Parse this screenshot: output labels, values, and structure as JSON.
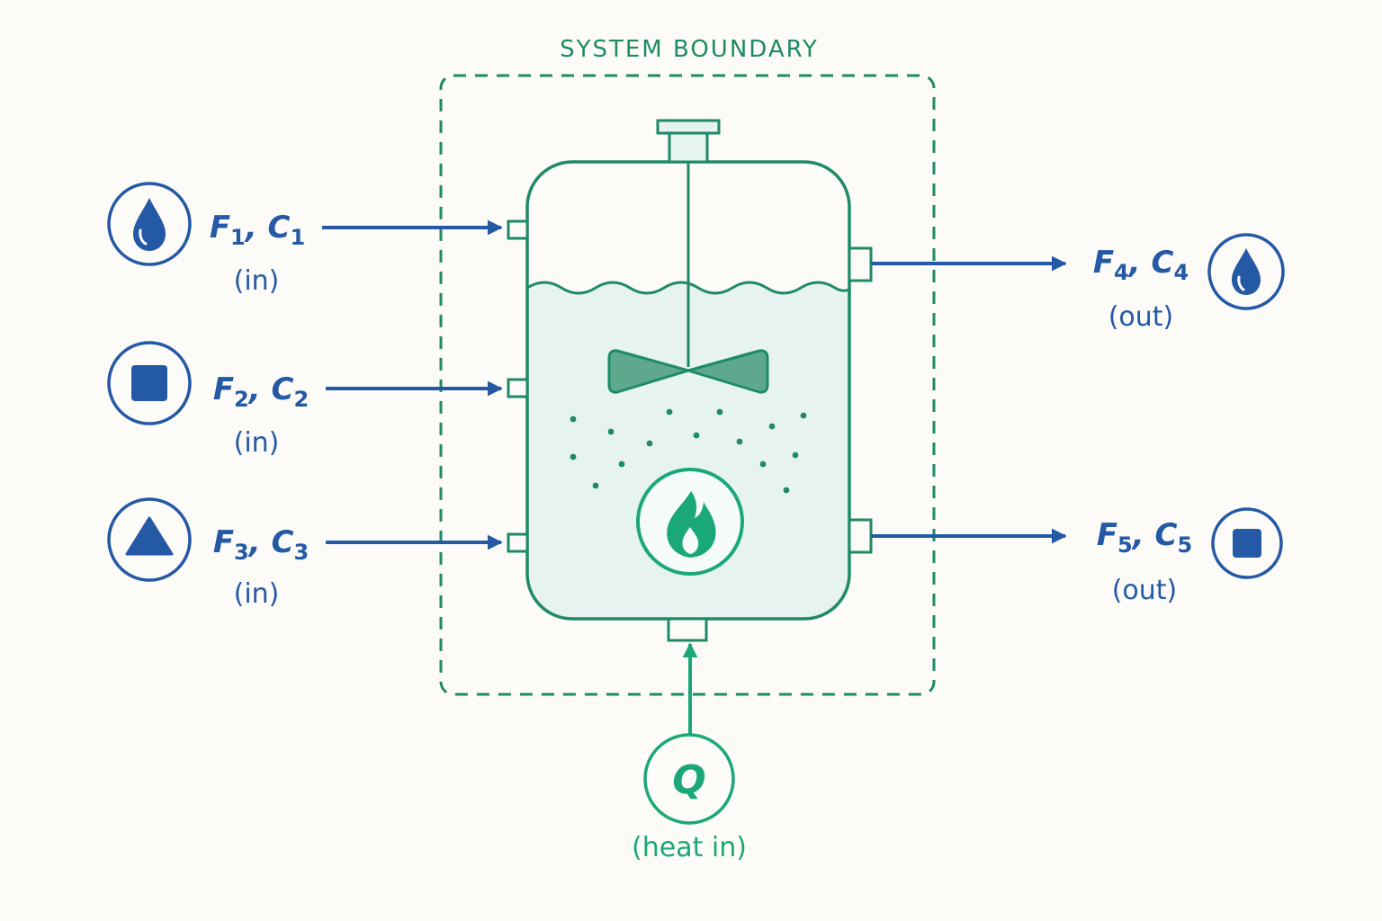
{
  "boundary": {
    "title": "SYSTEM BOUNDARY"
  },
  "inlets": [
    {
      "var": "F",
      "sub": "1",
      "conc": "C",
      "csub": "1",
      "dir": "(in)",
      "icon": "droplet-icon"
    },
    {
      "var": "F",
      "sub": "2",
      "conc": "C",
      "csub": "2",
      "dir": "(in)",
      "icon": "square-icon"
    },
    {
      "var": "F",
      "sub": "3",
      "conc": "C",
      "csub": "3",
      "dir": "(in)",
      "icon": "triangle-icon"
    }
  ],
  "outlets": [
    {
      "var": "F",
      "sub": "4",
      "conc": "C",
      "csub": "4",
      "dir": "(out)",
      "icon": "droplet-icon"
    },
    {
      "var": "F",
      "sub": "5",
      "conc": "C",
      "csub": "5",
      "dir": "(out)",
      "icon": "square-icon"
    }
  ],
  "heat": {
    "var": "Q",
    "dir": "(heat in)",
    "icon": "flame-icon"
  },
  "separator": ", ",
  "colors": {
    "flow": "#2459a6",
    "vessel": "#1e8a68",
    "heat": "#1aa87a",
    "liquid": "#e7f3f0",
    "background": "#fcfbf7"
  }
}
